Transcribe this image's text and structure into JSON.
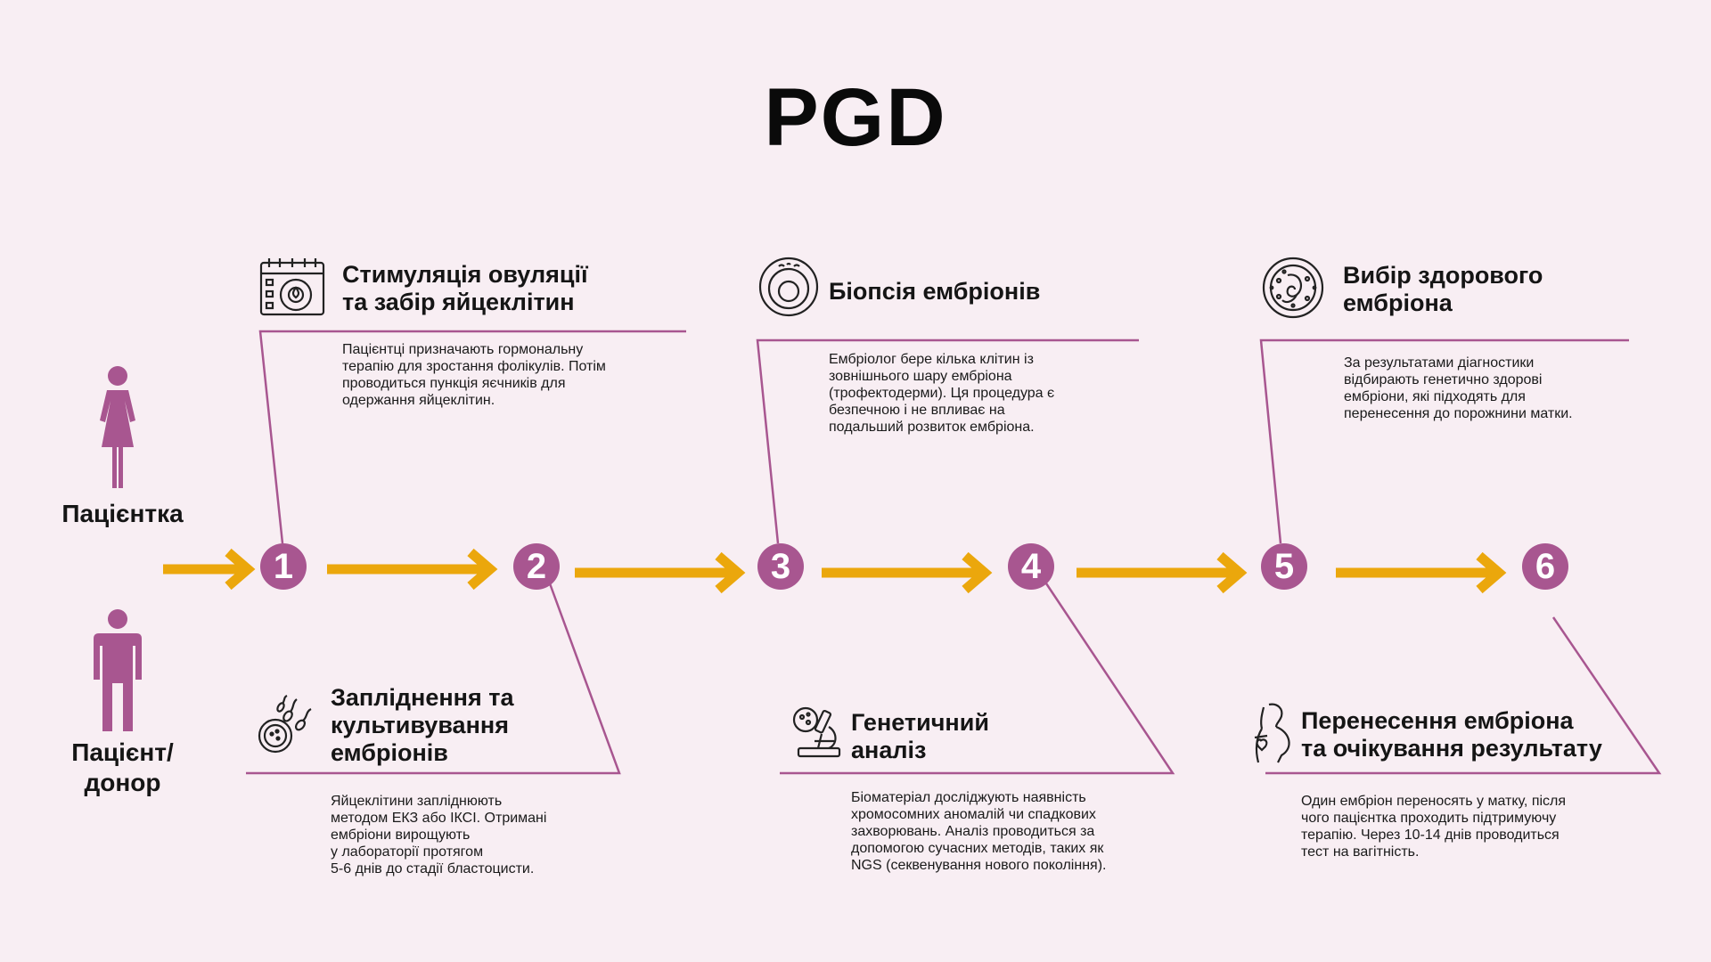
{
  "title": "PGD",
  "colors": {
    "accent": "#a85690",
    "arrow": "#eba70c",
    "background": "#f8eef3"
  },
  "persons": [
    {
      "label": "Пацієнтка",
      "icon": "woman-icon"
    },
    {
      "label": "Пацієнт/\nдонор",
      "icon": "man-icon"
    }
  ],
  "steps": [
    {
      "number": "1",
      "title": "Стимуляція овуляції\nта забір яйцеклітин",
      "description": "Пацієнтці призначають гормональну\nтерапію для зростання фолікулів. Потім\nпроводиться пункція яєчників для\nодержання яйцеклітин.",
      "icon": "calendar-ovary-icon"
    },
    {
      "number": "2",
      "title": "Запліднення та\nкультивування\nембріонів",
      "description": "Яйцеклітини запліднюють\nметодом ЕКЗ або ІКСІ. Отримані\nембріони вирощують\nу лабораторії протягом\n5-6 днів до стадії бластоцисти.",
      "icon": "sperm-egg-icon"
    },
    {
      "number": "3",
      "title": "Біопсія ембріонів",
      "description": "Ембріолог бере кілька клітин із\nзовнішнього шару ембріона\n(трофектодерми). Ця процедура є\nбезпечною і не впливає на\nподальший розвиток ембріона.",
      "icon": "embryo-cell-icon"
    },
    {
      "number": "4",
      "title": "Генетичний\nаналіз",
      "description": "Біоматеріал досліджують наявність\nхромосомних аномалій чи спадкових\nзахворювань. Аналіз проводиться за\nдопомогою сучасних методів, таких як\nNGS (секвенування нового покоління).",
      "icon": "microscope-icon"
    },
    {
      "number": "5",
      "title": "Вибір здорового\nембріона",
      "description": "За результатами діагностики\nвідбирають генетично здорові\nембріони, які підходять для\nперенесення до порожнини матки.",
      "icon": "healthy-embryo-icon"
    },
    {
      "number": "6",
      "title": "Перенесення ембріона\nта очікування результату",
      "description": "Один ембріон переносять у матку, після\nчого пацієнтка проходить підтримуючу\nтерапію. Через 10-14 днів проводиться\nтест на вагітність.",
      "icon": "pregnant-woman-icon"
    }
  ]
}
